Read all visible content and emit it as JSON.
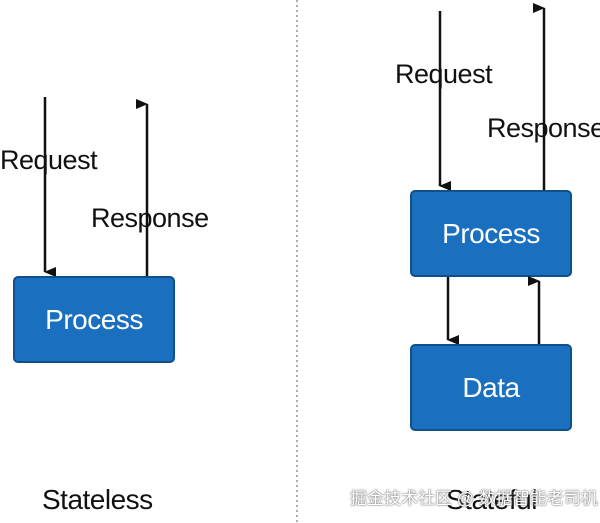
{
  "colors": {
    "box_fill": "#1a6fbf",
    "box_stroke": "#0f4f8a",
    "arrow": "#111111",
    "divider": "#777777"
  },
  "stateless": {
    "request_label": "Request",
    "response_label": "Response",
    "process_label": "Process",
    "caption": "Stateless"
  },
  "stateful": {
    "request_label": "Request",
    "response_label": "Response",
    "process_label": "Process",
    "data_label": "Data",
    "caption": "Stateful"
  },
  "watermark": "掘金技术社区 @ 数据智能老司机"
}
